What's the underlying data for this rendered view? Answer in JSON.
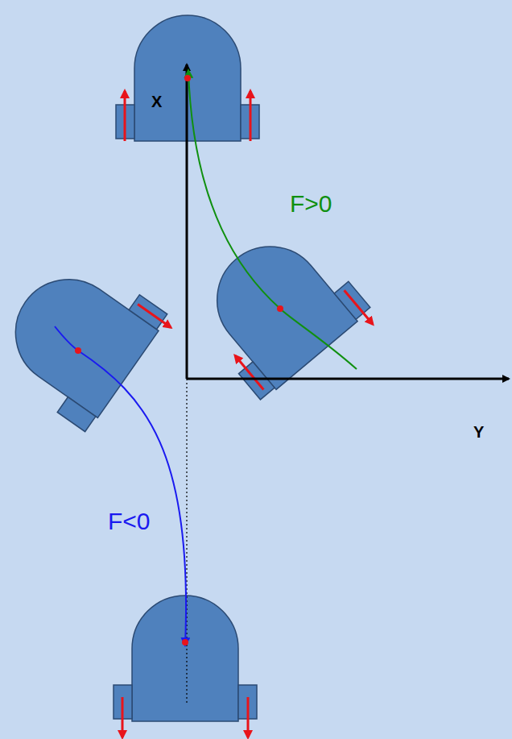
{
  "diagram": {
    "labels": [
      "X",
      "Y",
      "F>0",
      "F<0"
    ]
  }
}
